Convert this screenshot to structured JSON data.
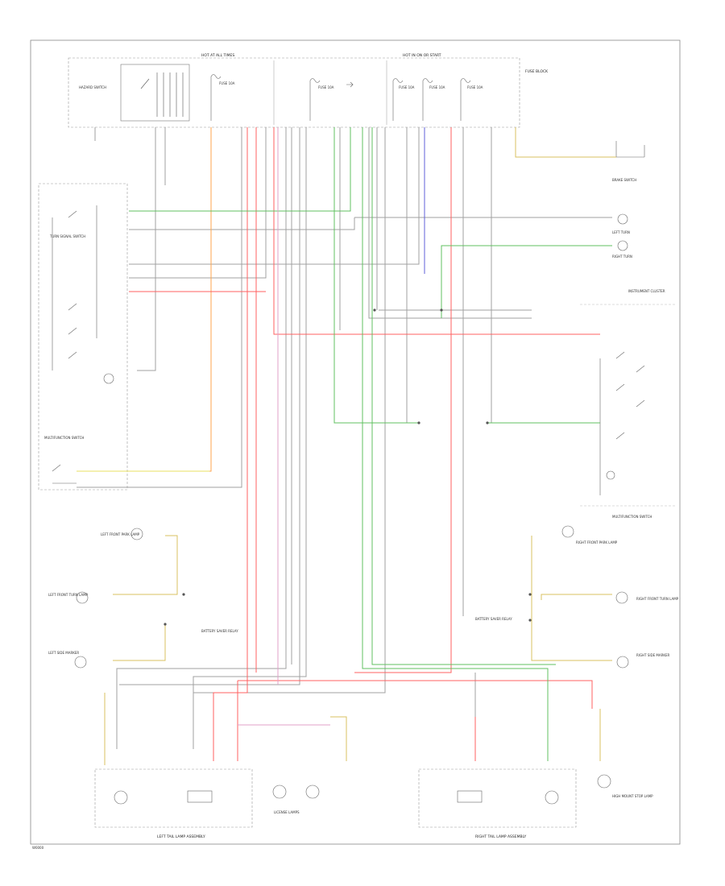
{
  "diagram": {
    "labels": {
      "hot_run": "HOT AT ALL TIMES",
      "hot_acc": "HOT IN ON OR START",
      "fuse_block": "FUSE BLOCK",
      "fuse_a": "FUSE 10A",
      "fuse_b": "FUSE 10A",
      "fuse_c": "FUSE 10A",
      "fuse_d": "FUSE 10A",
      "fuse_e": "FUSE 10A",
      "hazard_switch": "HAZARD SWITCH",
      "turn_signal_switch": "TURN SIGNAL SWITCH",
      "multifunction_switch": "MULTIFUNCTION SWITCH",
      "battery_saver_a": "BATTERY SAVER RELAY",
      "battery_saver_b": "BATTERY SAVER RELAY",
      "left_tail_lamp_assembly": "LEFT TAIL LAMP ASSEMBLY",
      "right_tail_lamp_assembly": "RIGHT TAIL LAMP ASSEMBLY",
      "license_lamps": "LICENSE LAMPS",
      "instrument_cluster": "INSTRUMENT CLUSTER",
      "multifunction_switch_r": "MULTIFUNCTION SWITCH",
      "indicator_left": "LEFT TURN",
      "indicator_right": "RIGHT TURN",
      "brake_switch": "BRAKE SWITCH",
      "left_front_park": "LEFT FRONT PARK LAMP",
      "left_front_turn": "LEFT FRONT TURN LAMP",
      "left_side_marker": "LEFT SIDE MARKER",
      "right_front_park": "RIGHT FRONT PARK LAMP",
      "right_front_turn": "RIGHT FRONT TURN LAMP",
      "right_side_marker": "RIGHT SIDE MARKER",
      "high_mount_stop": "HIGH MOUNT STOP LAMP",
      "footer_code": "W0000"
    }
  }
}
